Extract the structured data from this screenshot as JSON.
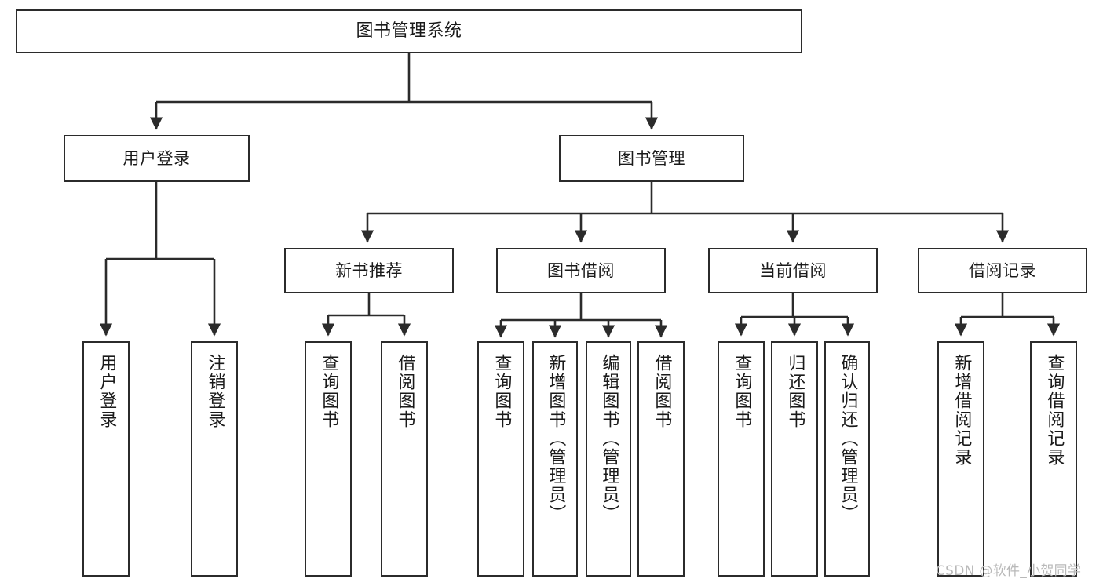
{
  "diagram": {
    "title": "图书管理系统",
    "type": "tree-hierarchy-diagram",
    "watermark": "CSDN @软件_小贺同学",
    "colors": {
      "background": "#ffffff",
      "stroke": "#2b2b2b",
      "text": "#1a1a1a",
      "watermark": "#b9b9b9"
    },
    "levels": {
      "root": {
        "label": "图书管理系统"
      },
      "level1": [
        {
          "label": "用户登录"
        },
        {
          "label": "图书管理"
        }
      ],
      "level2": [
        {
          "label": "新书推荐"
        },
        {
          "label": "图书借阅"
        },
        {
          "label": "当前借阅"
        },
        {
          "label": "借阅记录"
        }
      ],
      "leaves": {
        "user_login": [
          {
            "label": "用户登录"
          },
          {
            "label": "注销登录"
          }
        ],
        "new_book_recommend": [
          {
            "label": "查询图书"
          },
          {
            "label": "借阅图书"
          }
        ],
        "book_borrow": [
          {
            "label": "查询图书"
          },
          {
            "label": "新增图书（管理员）"
          },
          {
            "label": "编辑图书（管理员）"
          },
          {
            "label": "借阅图书"
          }
        ],
        "current_borrow": [
          {
            "label": "查询图书"
          },
          {
            "label": "归还图书"
          },
          {
            "label": "确认归还（管理员）"
          }
        ],
        "borrow_records": [
          {
            "label": "新增借阅记录"
          },
          {
            "label": "查询借阅记录"
          }
        ]
      }
    }
  }
}
